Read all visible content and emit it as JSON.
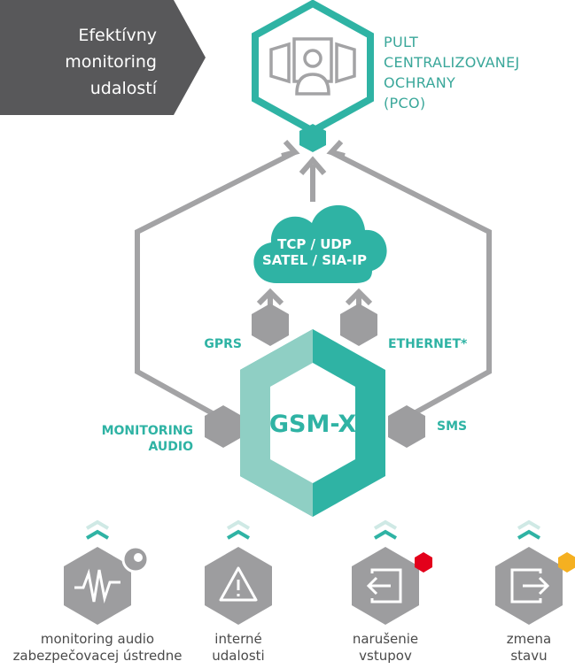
{
  "banner": {
    "line1": "Efektívny",
    "line2": "monitoring",
    "line3": "udalostí"
  },
  "pco": {
    "line1": "PULT",
    "line2": "CENTRALIZOVANEJ",
    "line3": "OCHRANY",
    "line4": "(PCO)"
  },
  "cloud": {
    "line1": "TCP / UDP",
    "line2": "SATEL / SIA-IP"
  },
  "channels": {
    "gprs": "GPRS",
    "ethernet": "ETHERNET*",
    "monitoring_audio_1": "MONITORING",
    "monitoring_audio_2": "AUDIO",
    "sms": "SMS"
  },
  "device": {
    "name": "GSM-X"
  },
  "events": [
    {
      "icon": "audio-waveform-icon",
      "line1": "monitoring audio",
      "line2": "zabezpečovacej ústredne",
      "badge_color": ""
    },
    {
      "icon": "warning-triangle-icon",
      "line1": "interné",
      "line2": "udalosti",
      "badge_color": ""
    },
    {
      "icon": "enter-icon",
      "line1": "narušenie",
      "line2": "vstupov",
      "badge_color": "#e3001b"
    },
    {
      "icon": "exit-icon",
      "line1": "zmena",
      "line2": "stavu",
      "badge_color": "#f5b021"
    }
  ],
  "colors": {
    "teal": "#2fb3a4",
    "teal_light": "#8fcfc4",
    "gray": "#9d9d9f",
    "dark_gray": "#58585a",
    "red": "#e3001b",
    "amber": "#f5b021"
  }
}
